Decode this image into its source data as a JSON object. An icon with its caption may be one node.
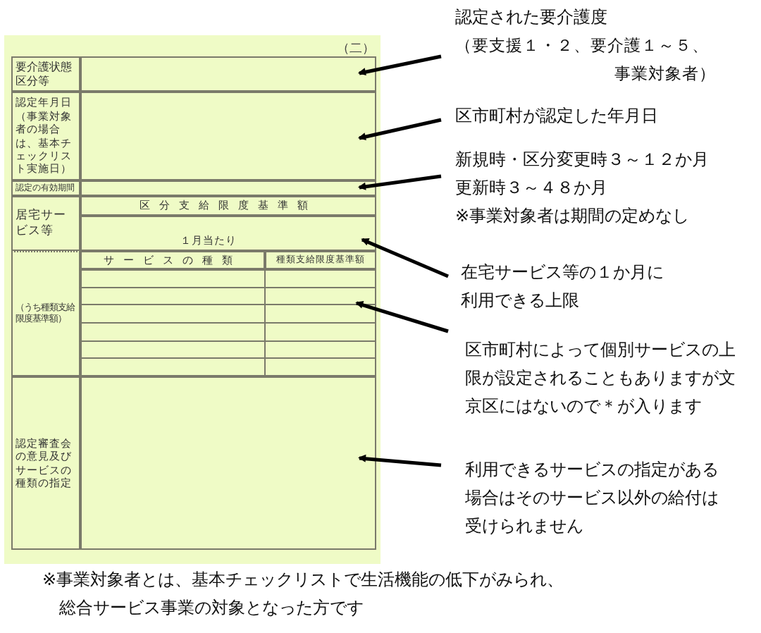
{
  "diagram": {
    "nodes": [
      {
        "text": [
          "（二）"
        ]
      },
      {
        "text": [
          "要介護状態区分等"
        ],
        "in": 0
      },
      {
        "text": [],
        "shape": "box",
        "in": 0
      },
      {
        "text": [
          "認定年月日（事業対象者の場合は、基本チェックリスト実施日）"
        ],
        "in": 0
      },
      {
        "text": [],
        "shape": "box",
        "in": 0
      },
      {
        "text": [
          "認定の有効期間"
        ],
        "in": 0
      },
      {
        "text": [],
        "shape": "box",
        "in": 0
      },
      {
        "text": [
          "居宅サービス等"
        ],
        "in": 0
      },
      {
        "text": [
          "（うち種類支給限度基準額）"
        ],
        "in": 0
      },
      {
        "text": [
          "区分支給限度基準額"
        ],
        "in": 0
      },
      {
        "text": [
          "１月当たり"
        ],
        "in": 0
      },
      {
        "text": [
          "サービスの種類"
        ],
        "in": 0
      },
      {
        "text": [
          "種類支給限度基準額"
        ],
        "in": 0
      },
      {
        "text": [],
        "shape": "box",
        "in": 0
      },
      {
        "text": [
          "認定審査会の意見及びサービスの種類の指定"
        ],
        "in": 0
      },
      {
        "text": [],
        "shape": "box",
        "in": 0
      },
      {
        "text": [
          "認定された要介護度",
          "（要支援１・２、要介護１～５、事業対象者）"
        ]
      },
      {
        "text": [
          "区市町村が認定した年月日"
        ]
      },
      {
        "text": [
          "新規時・区分変更時３～１２か月",
          "更新時３～４８か月",
          "※事業対象者は期間の定めなし"
        ]
      },
      {
        "text": [
          "在宅サービス等の１か月に利用できる上限"
        ]
      },
      {
        "text": [
          "区市町村によって個別サービスの上限が設定されることもありますが文京区にはないので＊が入ります"
        ]
      },
      {
        "text": [
          "利用できるサービスの指定がある場合はそのサービス以外の給付は受けられません"
        ]
      }
    ],
    "edges": [
      {
        "from": 16,
        "to": 2,
        "arrow": "to"
      },
      {
        "from": 17,
        "to": 4,
        "arrow": "to"
      },
      {
        "from": 18,
        "to": 6,
        "arrow": "to"
      },
      {
        "from": 19,
        "to": 10,
        "arrow": "to"
      },
      {
        "from": 20,
        "to": 13,
        "arrow": "to"
      },
      {
        "from": 21,
        "to": 15,
        "arrow": "to"
      }
    ],
    "labels": [
      "※事業対象者とは、基本チェックリストで生活機能の低下がみられ、総合サービス事業の対象となった方です"
    ]
  }
}
